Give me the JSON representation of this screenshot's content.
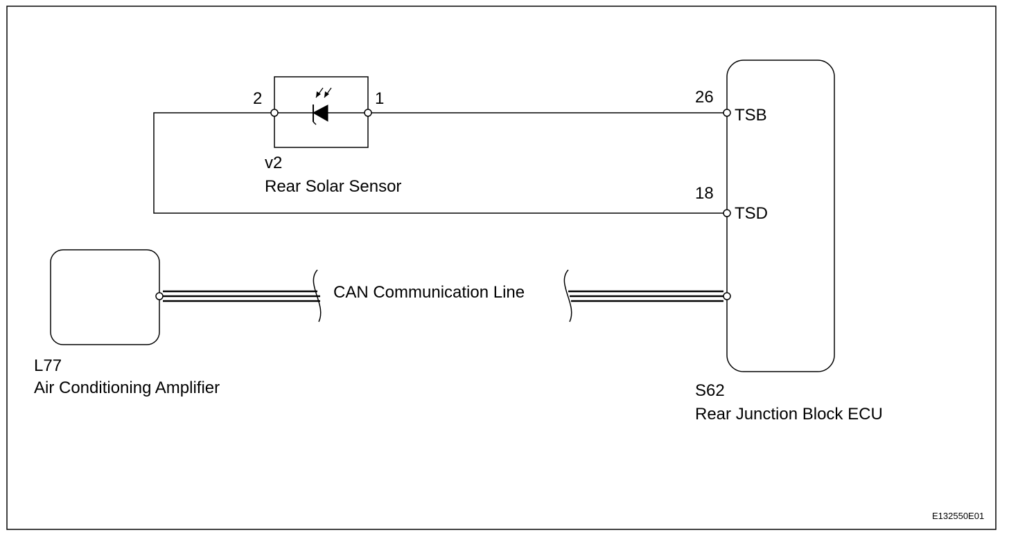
{
  "sensor": {
    "code": "v2",
    "name": "Rear Solar Sensor",
    "pin_left": "2",
    "pin_right": "1"
  },
  "ecu": {
    "code": "S62",
    "name": "Rear Junction Block ECU",
    "pin_tsb_number": "26",
    "pin_tsb_name": "TSB",
    "pin_tsd_number": "18",
    "pin_tsd_name": "TSD"
  },
  "amplifier": {
    "code": "L77",
    "name": "Air Conditioning Amplifier"
  },
  "can_line": {
    "label": "CAN Communication Line"
  },
  "figure_id": "E132550E01"
}
